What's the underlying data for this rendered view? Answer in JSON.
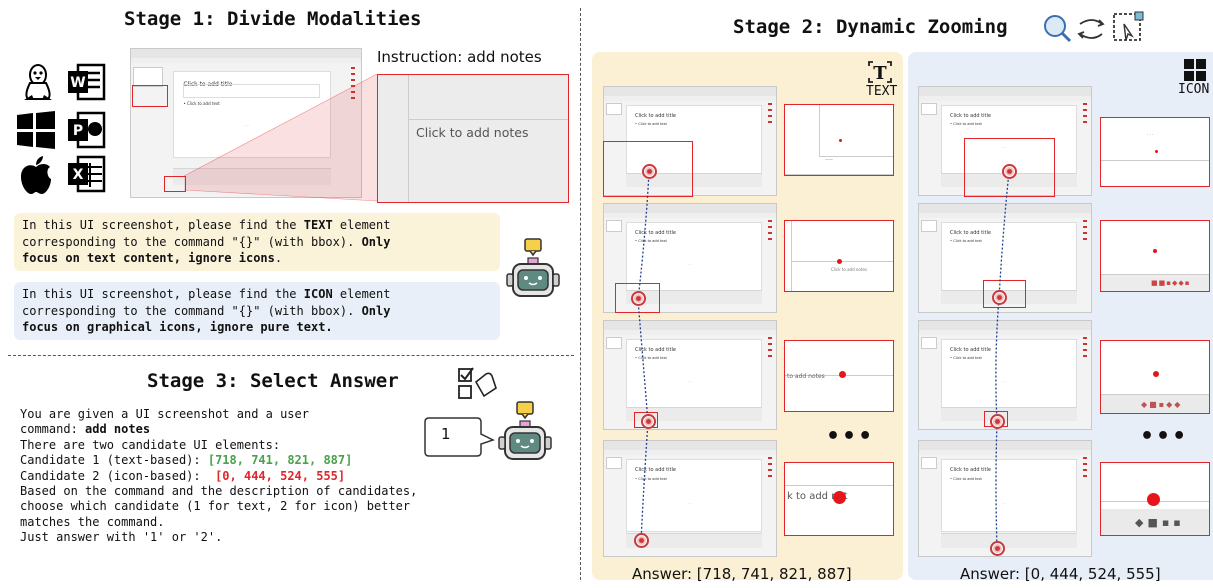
{
  "stage1": {
    "title": "Stage 1: Divide Modalities",
    "instruction": "Instruction: add notes",
    "zoom_text": "Click to add notes",
    "slide_title": "Click to add title",
    "slide_text": "• Click to add text"
  },
  "prompts": {
    "text_prompt": {
      "line1_a": "In this UI screenshot, please find the ",
      "line1_b": "TEXT",
      "line1_c": " element",
      "line2_a": "corresponding to the command \"{}\" (with bbox). ",
      "line2_b": "Only",
      "line3": "focus on text content, ignore icons",
      "line3_end": "."
    },
    "icon_prompt": {
      "line1_a": "In this UI screenshot, please find the ",
      "line1_b": "ICON",
      "line1_c": " element",
      "line2_a": "corresponding to the command \"{}\" (with bbox). ",
      "line2_b": "Only",
      "line3": "focus on graphical icons, ignore pure text."
    },
    "colors": {
      "text_bg": "#fbf2da",
      "icon_bg": "#e9eff8"
    }
  },
  "stage3": {
    "title": "Stage 3: Select Answer",
    "l1": "You are given a UI screenshot and a user",
    "l2a": "command: ",
    "l2b": "add notes",
    "l3": "There are two candidate UI elements:",
    "l4a": "Candidate 1 (text-based): ",
    "l4b": "[718, 741, 821, 887]",
    "l5a": "Candidate 2 (icon-based):  ",
    "l5b": "[0, 444, 524, 555]",
    "l6": "Based on the command and the description of candidates,",
    "l7": "choose which candidate (1 for text, 2 for icon) better",
    "l8": "matches the command.",
    "l9": "Just answer with '1' or '2'.",
    "bubble": "1"
  },
  "stage2": {
    "title": "Stage 2: Dynamic Zooming",
    "text_label": "TEXT",
    "icon_label": "ICON",
    "ellipsis": "•••",
    "answer_text": "Answer: [718, 741, 821, 887]",
    "answer_icon": "Answer: [0, 444, 524, 555]",
    "zoom_notes_1": "to add notes",
    "zoom_notes_2": "k to add not",
    "slide_title": "Click to add title",
    "slide_text": "• Click to add text",
    "colors": {
      "text_panel": "#fbf0d4",
      "icon_panel": "#e8eef8",
      "accent": "#e0262b",
      "path": "#1f3f8f"
    }
  }
}
